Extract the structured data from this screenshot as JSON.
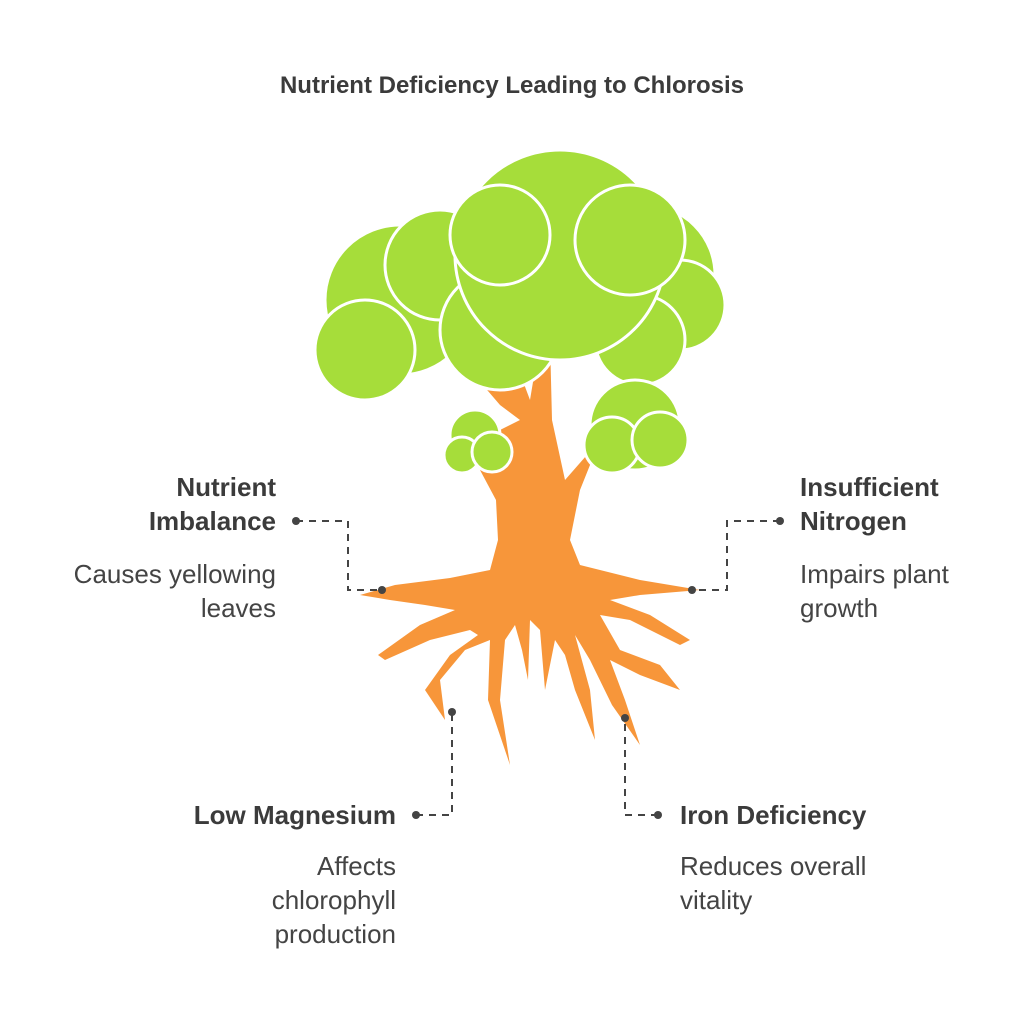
{
  "title": "Nutrient Deficiency Leading to Chlorosis",
  "colors": {
    "foliage": "#a6dd3a",
    "foliage_outline": "#ffffff",
    "trunk": "#f7963a",
    "connector": "#444444",
    "text": "#3b3b3b"
  },
  "causes": [
    {
      "label_line1": "Nutrient",
      "label_line2": "Imbalance",
      "desc_line1": "Causes yellowing",
      "desc_line2": "leaves"
    },
    {
      "label_line1": "Insufficient",
      "label_line2": "Nitrogen",
      "desc_line1": "Impairs plant",
      "desc_line2": "growth"
    },
    {
      "label_line1": "Low Magnesium",
      "desc_line1": "Affects",
      "desc_line2": "chlorophyll",
      "desc_line3": "production"
    },
    {
      "label_line1": "Iron Deficiency",
      "desc_line1": "Reduces overall",
      "desc_line2": "vitality"
    }
  ]
}
